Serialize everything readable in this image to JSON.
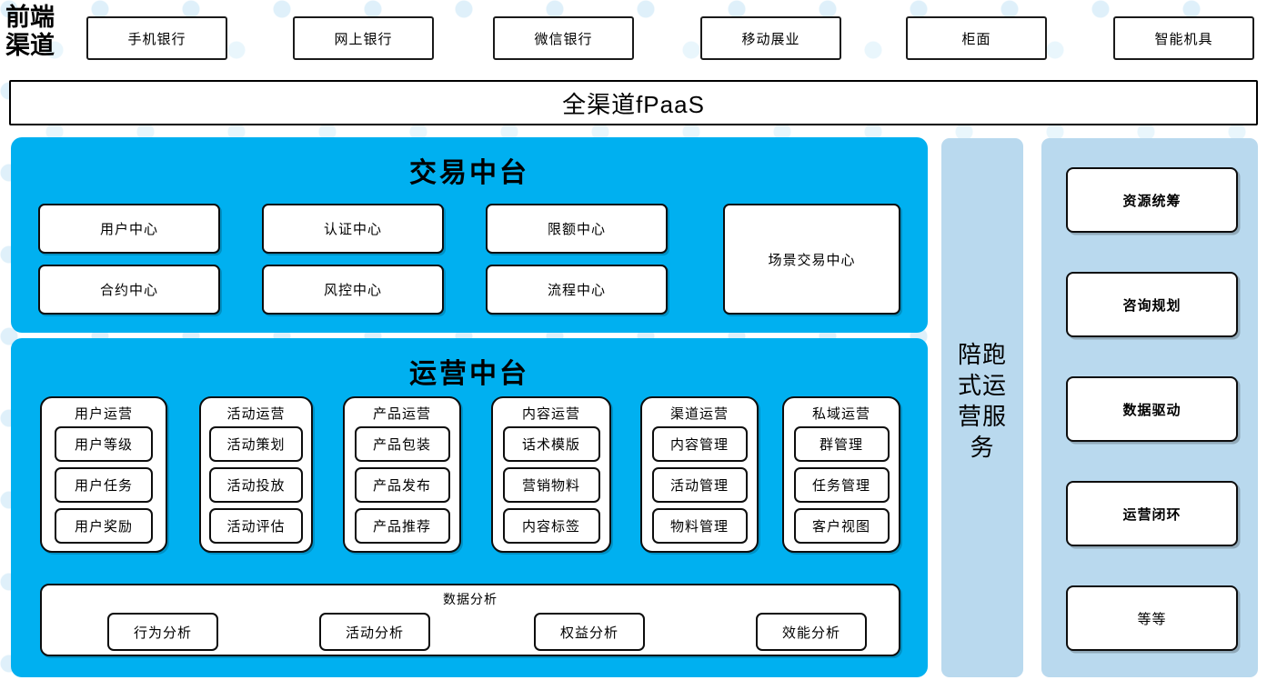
{
  "channel_row": {
    "side_label": "前端\n渠道",
    "items": [
      {
        "label": "手机银行"
      },
      {
        "label": "网上银行"
      },
      {
        "label": "微信银行"
      },
      {
        "label": "移动展业"
      },
      {
        "label": "柜面"
      },
      {
        "label": "智能机具"
      }
    ]
  },
  "fpaas": {
    "label": "全渠道fPaaS"
  },
  "trade_platform": {
    "title": "交易中台",
    "boxes": [
      {
        "label": "用户中心"
      },
      {
        "label": "认证中心"
      },
      {
        "label": "限额中心"
      },
      {
        "label": "合约中心"
      },
      {
        "label": "风控中心"
      },
      {
        "label": "流程中心"
      },
      {
        "label": "场景交易中心"
      }
    ]
  },
  "operation_platform": {
    "title": "运营中台",
    "groups": [
      {
        "title": "用户运营",
        "items": [
          "用户等级",
          "用户任务",
          "用户奖励"
        ]
      },
      {
        "title": "活动运营",
        "items": [
          "活动策划",
          "活动投放",
          "活动评估"
        ]
      },
      {
        "title": "产品运营",
        "items": [
          "产品包装",
          "产品发布",
          "产品推荐"
        ]
      },
      {
        "title": "内容运营",
        "items": [
          "话术模版",
          "营销物料",
          "内容标签"
        ]
      },
      {
        "title": "渠道运营",
        "items": [
          "内容管理",
          "活动管理",
          "物料管理"
        ]
      },
      {
        "title": "私域运营",
        "items": [
          "群管理",
          "任务管理",
          "客户视图"
        ]
      }
    ],
    "analysis": {
      "title": "数据分析",
      "items": [
        "行为分析",
        "活动分析",
        "权益分析",
        "效能分析"
      ]
    }
  },
  "service_column": {
    "label": "陪跑\n式运\n营服\n务"
  },
  "capability_column": {
    "cards": [
      {
        "label": "资源统筹",
        "bold": true
      },
      {
        "label": "咨询规划",
        "bold": true
      },
      {
        "label": "数据驱动",
        "bold": true
      },
      {
        "label": "运营闭环",
        "bold": true
      },
      {
        "label": "等等",
        "bold": false
      }
    ]
  },
  "colors": {
    "cyan_panel": "#00b0f0",
    "light_blue_column": "#b9d9ee",
    "box_border": "#0d0d0d",
    "background": "#ffffff",
    "dot": "#dff0fa"
  }
}
